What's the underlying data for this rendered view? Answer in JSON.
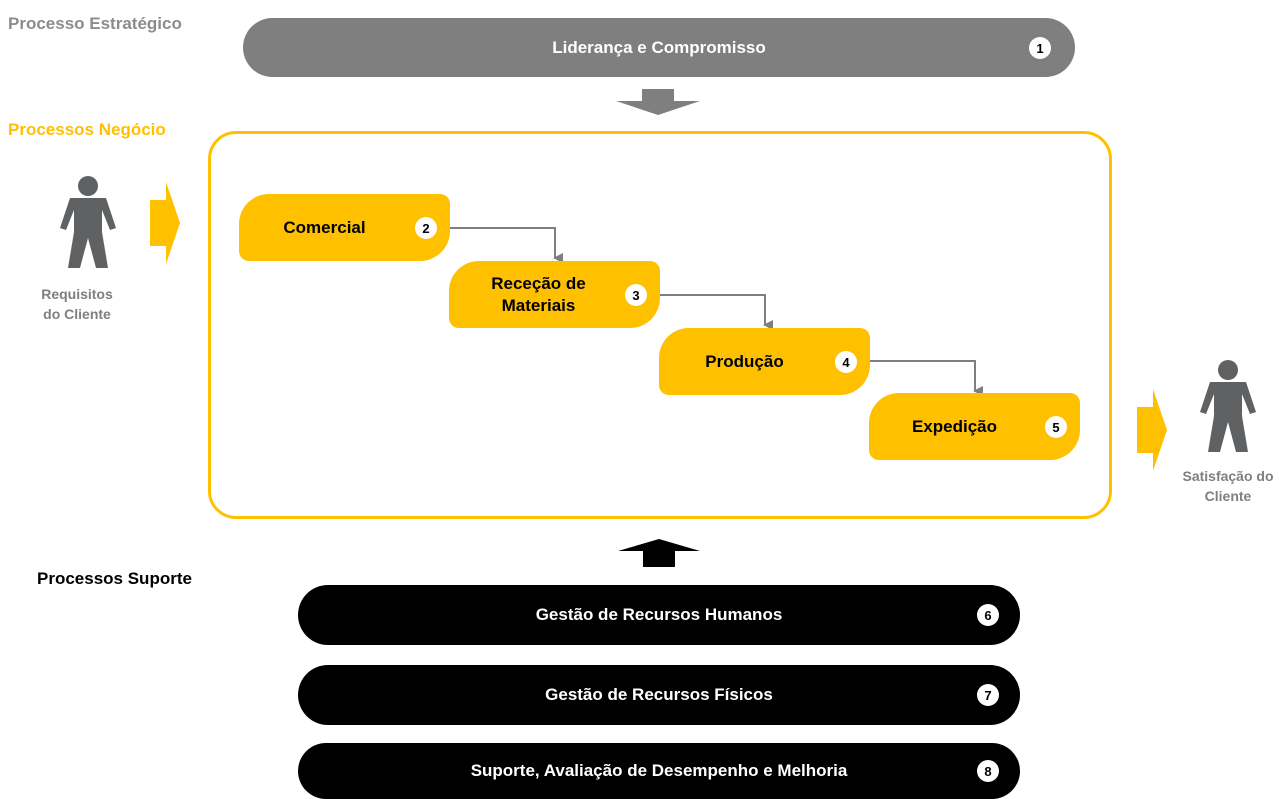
{
  "strategic": {
    "section_label": "Processo Estratégico",
    "process": {
      "label": "Liderança e Compromisso",
      "number": "1"
    }
  },
  "business": {
    "section_label": "Processos Negócio",
    "processes": [
      {
        "label": "Comercial",
        "number": "2"
      },
      {
        "label": "Receção de Materiais",
        "number": "3"
      },
      {
        "label": "Produção",
        "number": "4"
      },
      {
        "label": "Expedição",
        "number": "5"
      }
    ]
  },
  "customer_input": {
    "label": "Requisitos do Cliente"
  },
  "customer_output": {
    "label": "Satisfação do Cliente"
  },
  "support": {
    "section_label": "Processos Suporte",
    "processes": [
      {
        "label": "Gestão de Recursos Humanos",
        "number": "6"
      },
      {
        "label": "Gestão de Recursos Físicos",
        "number": "7"
      },
      {
        "label": "Suporte, Avaliação de Desempenho e Melhoria",
        "number": "8"
      }
    ]
  },
  "colors": {
    "strategic": "#7f7f7f",
    "business": "#ffc000",
    "support": "#000000",
    "person": "#5f6163"
  },
  "icons": [
    "person-icon",
    "yellow-arrow-icon",
    "down-arrow-icon",
    "up-arrow-icon"
  ]
}
